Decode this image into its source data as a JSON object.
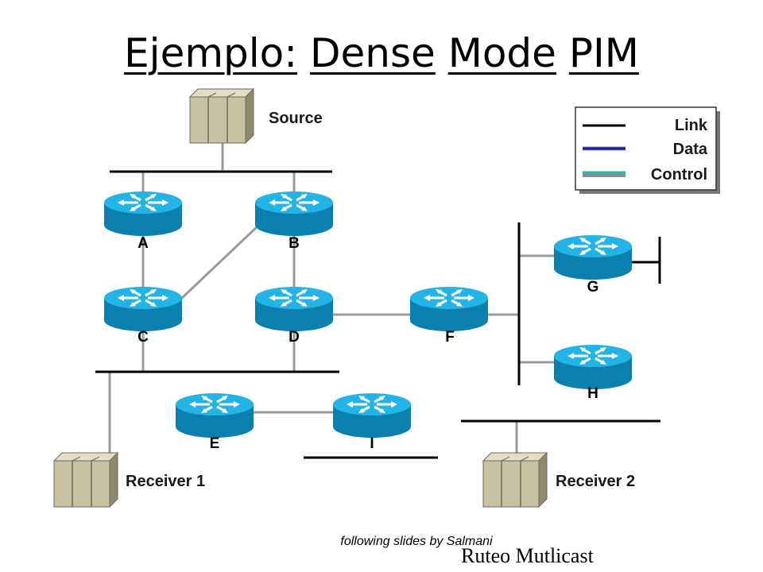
{
  "title_parts": [
    "Ejemplo:",
    "Dense",
    "Mode",
    "PIM"
  ],
  "source_label": "Source",
  "receivers": {
    "r1": "Receiver 1",
    "r2": "Receiver 2"
  },
  "routers": {
    "A": "A",
    "B": "B",
    "C": "C",
    "D": "D",
    "E": "E",
    "F": "F",
    "G": "G",
    "H": "H",
    "I": "I"
  },
  "legend": {
    "link": "Link",
    "data": "Data",
    "control": "Control",
    "colors": {
      "link": "#000000",
      "data": "#1a1aa8",
      "control": "#20c0b0"
    }
  },
  "credit": "following slides by Salmani",
  "footer": "Ruteo Mutlicast",
  "colors": {
    "router_fill": "#1aa3d6",
    "router_dark": "#0a6e98",
    "server_fill": "#c8c2a6",
    "link_gray": "#9a9a9a"
  }
}
